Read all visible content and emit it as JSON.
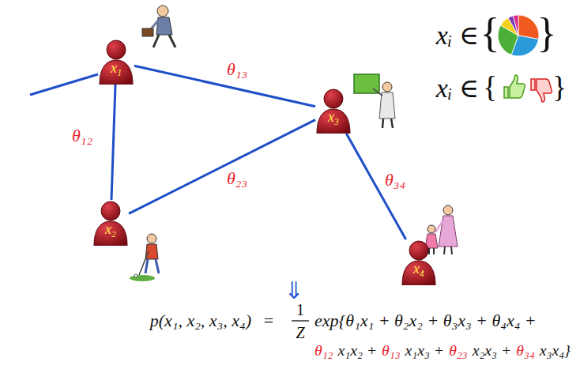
{
  "diagram": {
    "nodes": [
      {
        "text": [
          "x₁"
        ]
      },
      {
        "text": [
          "x₂"
        ]
      },
      {
        "text": [
          "x₃"
        ]
      },
      {
        "text": [
          "x₄"
        ]
      }
    ],
    "edges": [
      {
        "from": 0,
        "to": 1,
        "arrow": "none",
        "label": "θ₁₂"
      },
      {
        "from": 0,
        "to": 2,
        "arrow": "none",
        "label": "θ₁₃"
      },
      {
        "from": 1,
        "to": 2,
        "arrow": "none",
        "label": "θ₂₃"
      },
      {
        "from": 2,
        "to": 3,
        "arrow": "none",
        "label": "θ₃₄"
      }
    ],
    "labels": [
      "xᵢ ∈",
      "{",
      "}",
      "xᵢ ∈",
      "{",
      "}",
      "⇓",
      "p(x₁, x₂, x₃, x₄)",
      "=",
      "1",
      "Z",
      "exp{θ₁x₁ + θ₂x₂ + θ₃x₃ + θ₄x₄ +",
      "θ₁₂",
      "x₁x₂ +",
      "θ₁₃",
      "x₁x₃ +",
      "θ₂₃",
      "x₂x₃ +",
      "θ₃₄",
      "x₃x₄}"
    ]
  }
}
